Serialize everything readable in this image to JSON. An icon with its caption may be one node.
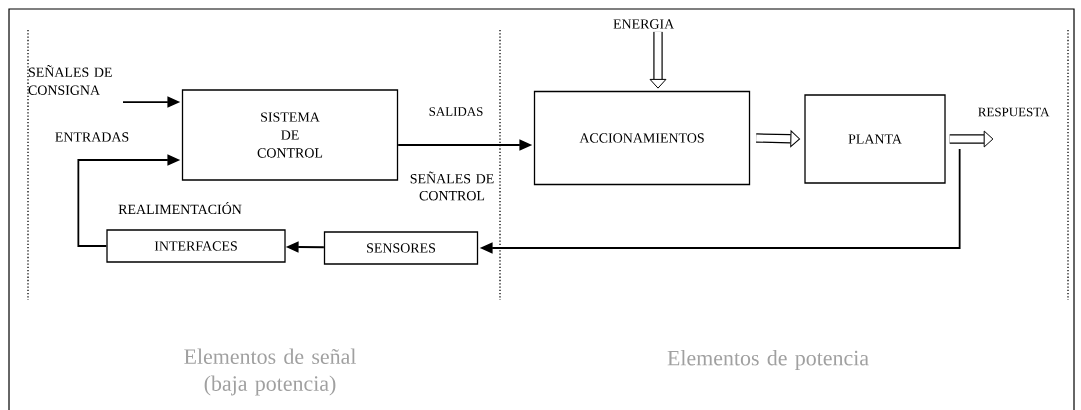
{
  "diagram": {
    "nodes": [
      {
        "text": [
          "SISTEMA DE CONTROL"
        ]
      },
      {
        "text": [
          "ACCIONAMIENTOS"
        ]
      },
      {
        "text": [
          "PLANTA"
        ]
      },
      {
        "text": [
          "INTERFACES"
        ]
      },
      {
        "text": [
          "SENSORES"
        ]
      },
      {
        "text": [
          "ENERGIA"
        ]
      },
      {
        "text": [
          "SEÑALES DE CONSIGNA"
        ]
      }
    ],
    "edges": [
      {
        "from": 6,
        "to": 0,
        "arrow": "to"
      },
      {
        "from": 0,
        "to": 1,
        "arrow": "to",
        "label": "SALIDAS"
      },
      {
        "from": 5,
        "to": 1,
        "arrow": "to",
        "style": "thick"
      },
      {
        "from": 1,
        "to": 2,
        "arrow": "to",
        "style": "thick"
      },
      {
        "from": 2,
        "to": null,
        "arrow": "to",
        "style": "thick",
        "label": "RESPUESTA"
      },
      {
        "from": 2,
        "to": 4,
        "arrow": "to"
      },
      {
        "from": 4,
        "to": 3,
        "arrow": "to"
      },
      {
        "from": 3,
        "to": 0,
        "arrow": "to"
      }
    ],
    "labels": [
      "ENTRADAS",
      "SEÑALES DE CONTROL",
      "REALIMENTACIÓN",
      "Elementos de señal (baja potencia)",
      "Elementos de potencia"
    ]
  }
}
